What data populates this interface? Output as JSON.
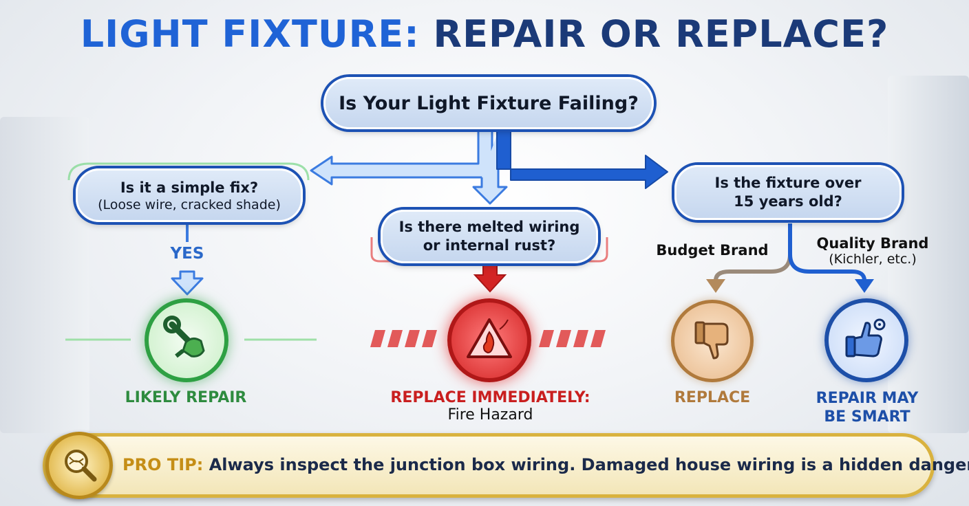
{
  "title": {
    "part1": "LIGHT FIXTURE:",
    "part2": "REPAIR OR REPLACE?"
  },
  "start": {
    "question": "Is Your Light Fixture Failing?"
  },
  "left_branch": {
    "question": "Is it a simple fix?",
    "detail": "(Loose wire, cracked shade)",
    "answer": "YES",
    "icon": "wrench-hand-icon",
    "outcome": "LIKELY REPAIR"
  },
  "middle_branch": {
    "question_line1": "Is there melted wiring",
    "question_line2": "or internal rust?",
    "icon": "fire-warning-icon",
    "outcome": "REPLACE IMMEDIATELY:",
    "outcome_detail": "Fire Hazard"
  },
  "right_branch": {
    "question_line1": "Is the fixture over",
    "question_line2": "15 years old?",
    "budget_label": "Budget Brand",
    "quality_label": "Quality Brand",
    "quality_detail": "(Kichler, etc.)",
    "budget_icon": "thumbs-down-icon",
    "quality_icon": "thumbs-up-gear-icon",
    "budget_outcome": "REPLACE",
    "quality_outcome_line1": "REPAIR MAY",
    "quality_outcome_line2": "BE SMART"
  },
  "pro_tip": {
    "label": "PRO TIP:",
    "text": "Always inspect the junction box wiring. Damaged house wiring is a hidden danger.",
    "icon": "magnifier-wire-icon"
  },
  "colors": {
    "title_blue": "#1f63d6",
    "title_navy": "#1b3a78",
    "node_border": "#1d52b4",
    "repair_green": "#2ea043",
    "danger_red": "#d32424",
    "replace_brown": "#b07a3c",
    "smart_blue": "#1d4fa8",
    "tip_gold": "#d9b23e"
  }
}
